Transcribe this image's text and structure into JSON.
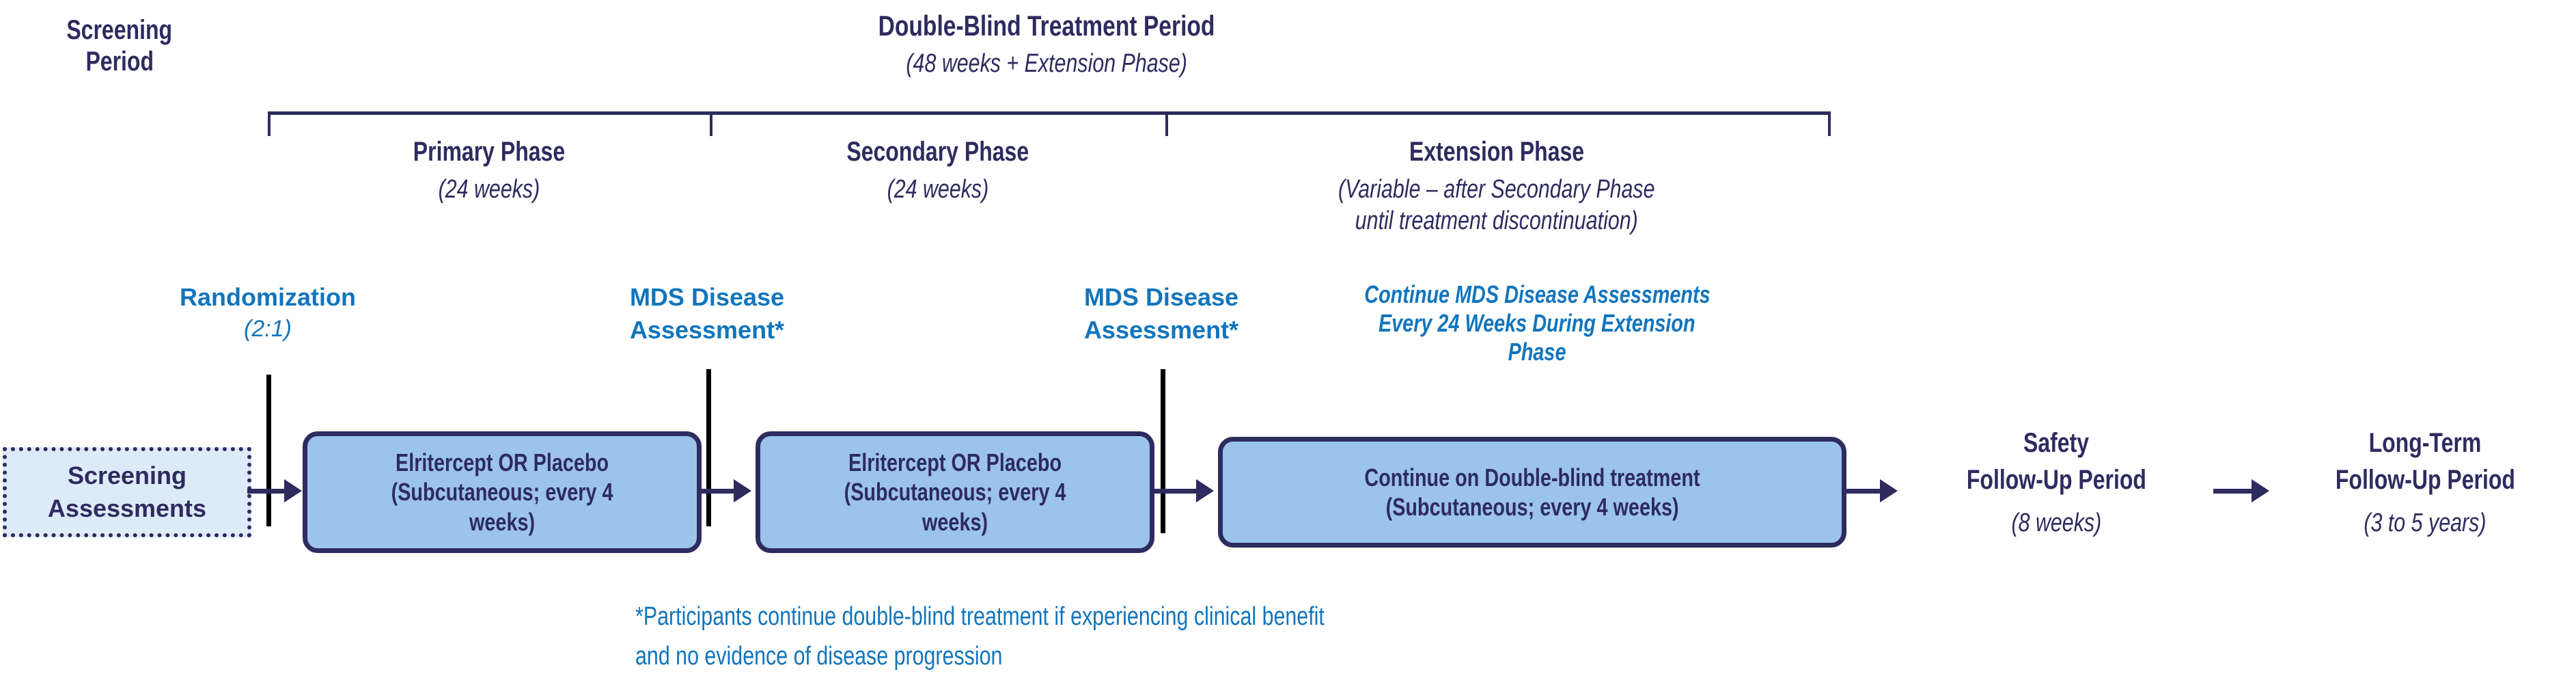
{
  "diagram": {
    "title": "Clinical Trial Study Design Schematic",
    "colors": {
      "navy": "#2E2B5F",
      "blue": "#1275BC",
      "box_fill": "#9CC3E9",
      "screening_fill": "#DDEAF7",
      "marker_black": "#000000"
    }
  },
  "screening_period": {
    "label_line1": "Screening",
    "label_line2": "Period"
  },
  "double_blind": {
    "title": "Double-Blind Treatment Period",
    "subtitle": "(48 weeks + Extension Phase)"
  },
  "phases": [
    {
      "name": "Primary Phase",
      "duration_line1": "(24 weeks)",
      "duration_line2": ""
    },
    {
      "name": "Secondary Phase",
      "duration_line1": "(24 weeks)",
      "duration_line2": ""
    },
    {
      "name": "Extension Phase",
      "duration_line1": "(Variable – after Secondary Phase",
      "duration_line2": "until treatment discontinuation)"
    }
  ],
  "milestones": [
    {
      "id": "randomization",
      "label_line1": "Randomization",
      "label_line2": "(2:1)"
    },
    {
      "id": "mds-assessment-1",
      "label_line1": "MDS Disease",
      "label_line2": "Assessment*"
    },
    {
      "id": "mds-assessment-2",
      "label_line1": "MDS Disease",
      "label_line2": "Assessment*"
    }
  ],
  "extension_note": {
    "line1": "Continue MDS Disease Assessments",
    "line2": "Every 24 Weeks During Extension",
    "line3": "Phase"
  },
  "boxes": {
    "screening": {
      "line1": "Screening",
      "line2": "Assessments"
    },
    "primary_treatment": {
      "line1": "Elritercept OR Placebo",
      "line2": "(Subcutaneous; every 4",
      "line3": "weeks)"
    },
    "secondary_treatment": {
      "line1": "Elritercept OR Placebo",
      "line2": "(Subcutaneous; every 4",
      "line3": "weeks)"
    },
    "extension_treatment": {
      "line1": "Continue on Double-blind treatment",
      "line2": "(Subcutaneous; every 4 weeks)"
    }
  },
  "followups": [
    {
      "id": "safety",
      "line1": "Safety",
      "line2": "Follow-Up Period",
      "duration": "(8 weeks)"
    },
    {
      "id": "long-term",
      "line1": "Long-Term",
      "line2": "Follow-Up Period",
      "duration": "(3 to 5 years)"
    }
  ],
  "footnote": {
    "line1": "*Participants continue double-blind treatment if experiencing clinical benefit",
    "line2": "and no evidence of disease progression"
  }
}
